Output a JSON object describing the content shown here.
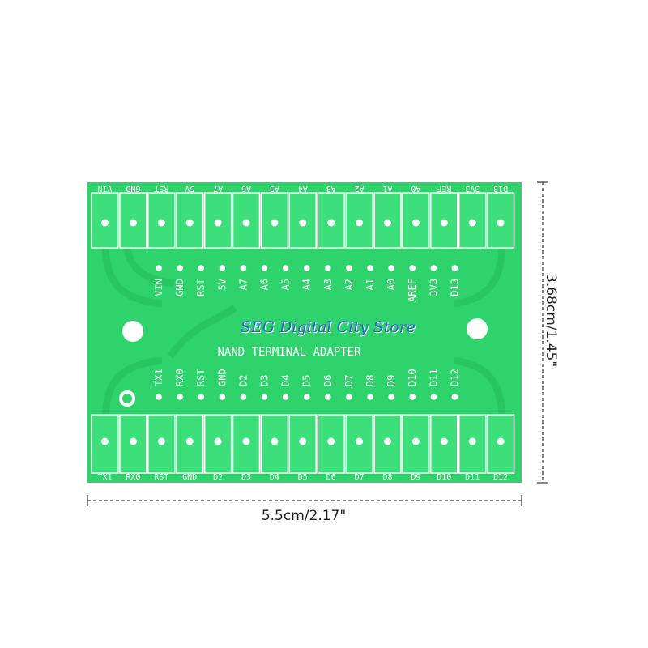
{
  "product": {
    "board_title": "NAND TERMINAL ADAPTER",
    "watermark": "SEG Digital City Store",
    "colors": {
      "pcb": "#2fd36b",
      "terminal": "#3cdf7a",
      "silkscreen": "#ffffff",
      "watermark": "#2a5de0"
    }
  },
  "dimensions": {
    "width_label": "5.5cm/2.17\"",
    "height_label": "3.68cm/1.45\""
  },
  "terminals": {
    "top": [
      "VIN",
      "GND",
      "RST",
      "5V",
      "A7",
      "A6",
      "A5",
      "A4",
      "A3",
      "A2",
      "A1",
      "A0",
      "REF",
      "3V3",
      "D13"
    ],
    "bottom": [
      "TX1",
      "RX0",
      "RST",
      "GND",
      "D2",
      "D3",
      "D4",
      "D5",
      "D6",
      "D7",
      "D8",
      "D9",
      "D10",
      "D11",
      "D12"
    ]
  },
  "header_pins": {
    "top": [
      "VIN",
      "GND",
      "RST",
      "5V",
      "A7",
      "A6",
      "A5",
      "A4",
      "A3",
      "A2",
      "A1",
      "A0",
      "AREF",
      "3V3",
      "D13"
    ],
    "bottom": [
      "TX1",
      "RX0",
      "RST",
      "GND",
      "D2",
      "D3",
      "D4",
      "D5",
      "D6",
      "D7",
      "D8",
      "D9",
      "D10",
      "D11",
      "D12"
    ]
  }
}
